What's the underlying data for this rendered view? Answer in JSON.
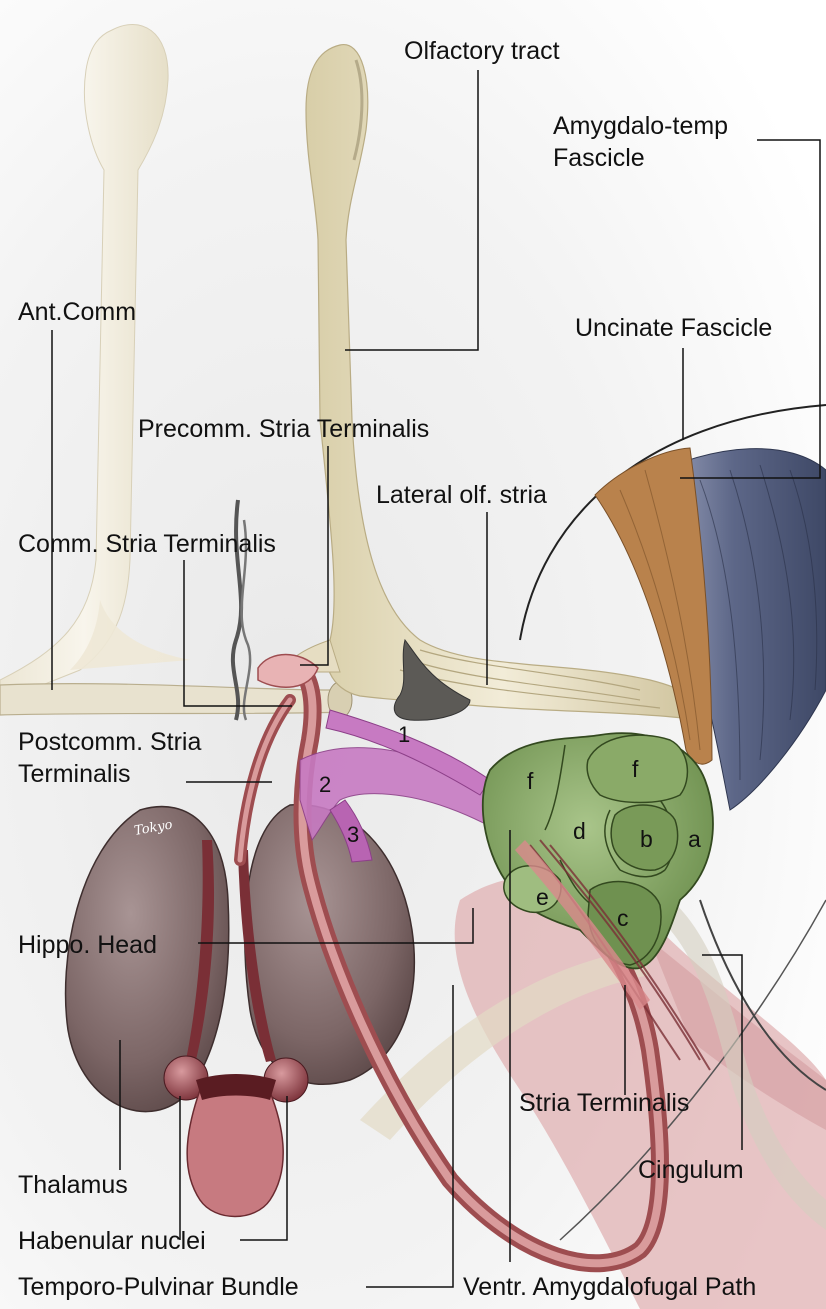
{
  "labels": {
    "olfactory_tract": "Olfactory tract",
    "amygdalo_temp_line1": "Amygdalo-temp",
    "amygdalo_temp_line2": "Fascicle",
    "ant_comm": "Ant.Comm",
    "uncinate_fascicle": "Uncinate Fascicle",
    "precomm_stria_terminalis": "Precomm. Stria Terminalis",
    "lateral_olf_stria": "Lateral olf. stria",
    "comm_stria_terminalis": "Comm. Stria Terminalis",
    "postcomm_line1": "Postcomm. Stria",
    "postcomm_line2": "Terminalis",
    "hippo_head": "Hippo. Head",
    "stria_terminalis": "Stria Terminalis",
    "cingulum": "Cingulum",
    "thalamus": "Thalamus",
    "habenular_nuclei": "Habenular nuclei",
    "temporo_pulvinar_bundle": "Temporo-Pulvinar Bundle",
    "ventr_amygdalofugal_path": "Ventr. Amygdalofugal Path"
  },
  "markers": {
    "n1": "1",
    "n2": "2",
    "n3": "3",
    "f_top": "f",
    "f_left": "f",
    "d": "d",
    "b": "b",
    "a": "a",
    "e": "e",
    "c": "c"
  },
  "colors": {
    "olfactory": "#e4dcc0",
    "olfactory_dark": "#c9bd96",
    "uncinate": "#b9824c",
    "amygdalo_temp": "#7a83a3",
    "stria": "#c97a7a",
    "stria_dark": "#9e4d50",
    "pink_path": "#c77ac2",
    "amygdala": "#8fae6e",
    "amygdala_dark": "#4d6b36",
    "thalamus": "#8c7474",
    "hippo": "#dba6a8",
    "habenula": "#8a3c44"
  },
  "signature": "Tokyo"
}
